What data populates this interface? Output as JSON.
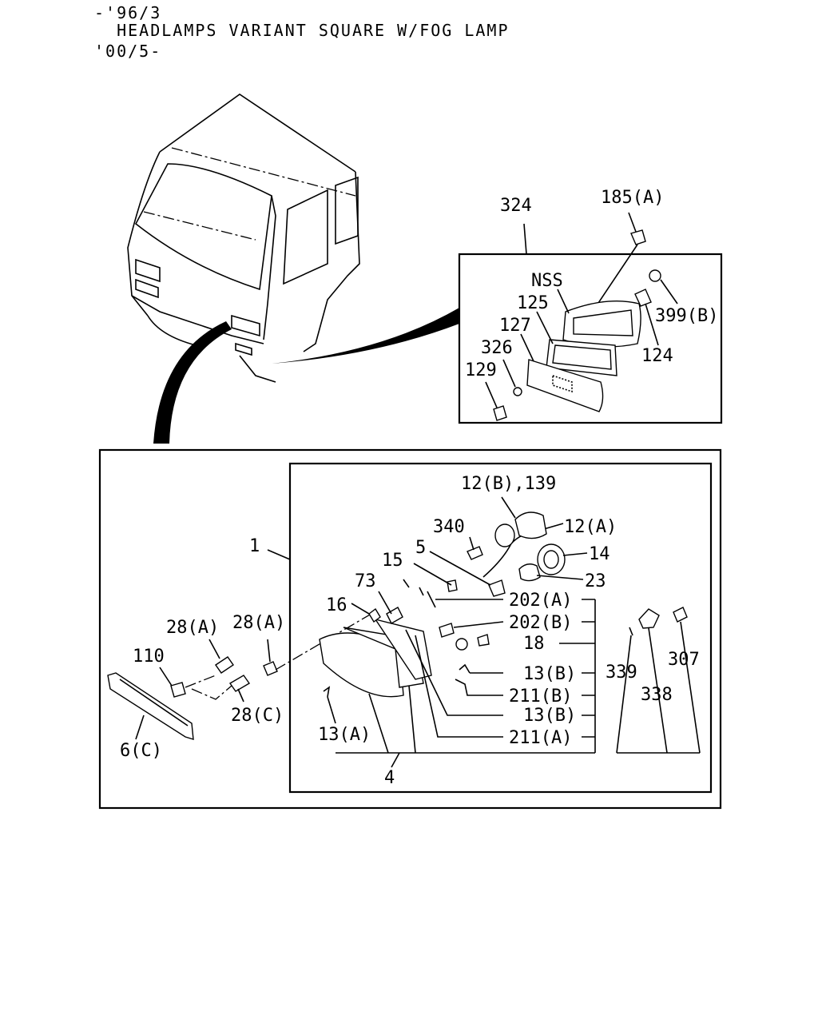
{
  "header": {
    "line1": "-'96/3",
    "line2": "  HEADLAMPS VARIANT SQUARE W/FOG LAMP",
    "line3": "'00/5-"
  },
  "callouts": {
    "c324": "324",
    "c185a": "185(A)",
    "nss": "NSS",
    "c125": "125",
    "c127": "127",
    "c326": "326",
    "c129": "129",
    "c399b": "399(B)",
    "c124": "124",
    "c12b139": "12(B),139",
    "c340": "340",
    "c12a": "12(A)",
    "c1": "1",
    "c5": "5",
    "c14": "14",
    "c15": "15",
    "c23": "23",
    "c73": "73",
    "c202a": "202(A)",
    "c16": "16",
    "c202b": "202(B)",
    "c28a_1": "28(A)",
    "c28a_2": "28(A)",
    "c18": "18",
    "c110": "110",
    "c307": "307",
    "c13b_1": "13(B)",
    "c339": "339",
    "c211b": "211(B)",
    "c338": "338",
    "c28c": "28(C)",
    "c13b_2": "13(B)",
    "c13a": "13(A)",
    "c211a": "211(A)",
    "c6c": "6(C)",
    "c4": "4"
  }
}
